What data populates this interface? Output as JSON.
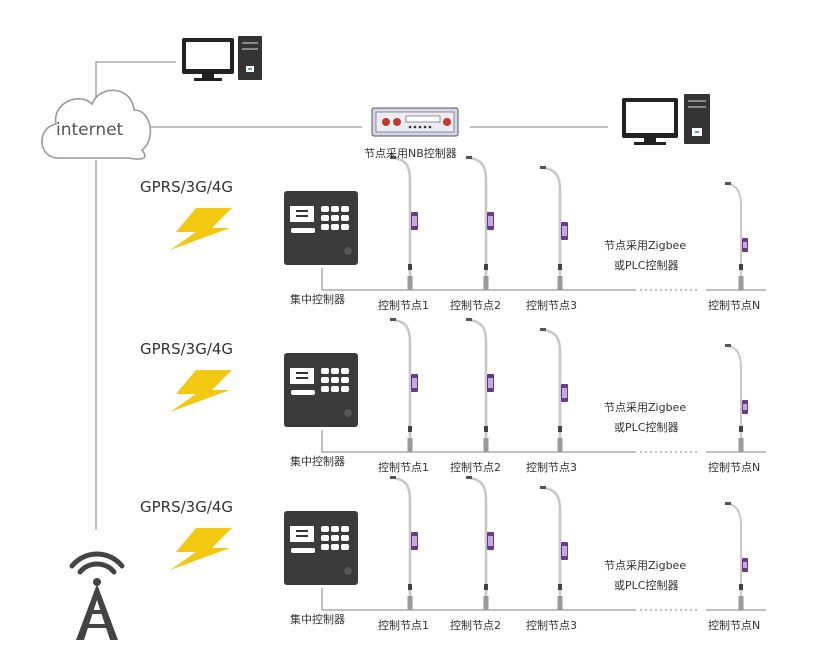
{
  "internet_label": "internet",
  "nb_controller_label": "节点采用NB控制器",
  "networks": [
    {
      "gprs": "GPRS/3G/4G",
      "concentrator": "集中控制器",
      "nodes": [
        "控制节点1",
        "控制节点2",
        "控制节点3",
        "控制节点N"
      ],
      "note_line1": "节点采用Zigbee",
      "note_line2": "或PLC控制器"
    },
    {
      "gprs": "GPRS/3G/4G",
      "concentrator": "集中控制器",
      "nodes": [
        "控制节点1",
        "控制节点2",
        "控制节点3",
        "控制节点N"
      ],
      "note_line1": "节点采用Zigbee",
      "note_line2": "或PLC控制器"
    },
    {
      "gprs": "GPRS/3G/4G",
      "concentrator": "集中控制器",
      "nodes": [
        "控制节点1",
        "控制节点2",
        "控制节点3",
        "控制节点N"
      ],
      "note_line1": "节点采用Zigbee",
      "note_line2": "或PLC控制器"
    }
  ],
  "colors": {
    "line": "#9a9a9a",
    "lightning": "#f2c811",
    "device": "#3b3b3b",
    "monitor": "#222222",
    "screen": "#ffffff",
    "pole": "#c8c8c8",
    "banner": "#6a3a8a",
    "nb_device": "#d6d6e8"
  }
}
